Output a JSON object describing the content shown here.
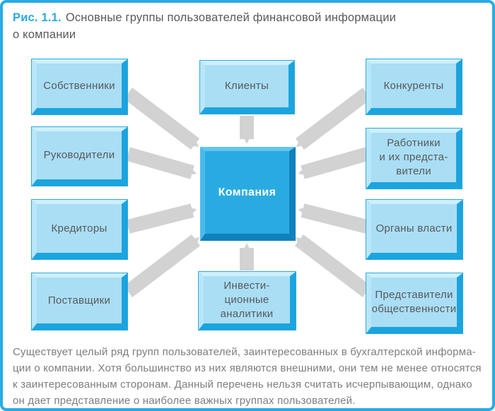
{
  "colors": {
    "accent": "#29abe2",
    "node_fill": "#a9def5",
    "node_bevel_dark": "#1ba4de",
    "node_bevel_light": "#cfeffb",
    "center_fill": "#29abe2",
    "center_bevel_dark": "#1181bb",
    "arrow_gray": "#d2d2d2",
    "text_dark": "#58595b",
    "text_footer": "#7b7d80"
  },
  "caption": {
    "number": "Рис. 1.1.",
    "title_line1": "Основные группы пользователей финансовой информации",
    "title_line2": "о компании"
  },
  "diagram": {
    "center": {
      "label": "Компания"
    },
    "nodes": [
      {
        "id": "owners",
        "lines": [
          "Собственники"
        ]
      },
      {
        "id": "clients",
        "lines": [
          "Клиенты"
        ]
      },
      {
        "id": "competitors",
        "lines": [
          "Конкуренты"
        ]
      },
      {
        "id": "managers",
        "lines": [
          "Руководители"
        ]
      },
      {
        "id": "employees",
        "lines": [
          "Работники",
          "и их предста-",
          "вители"
        ]
      },
      {
        "id": "creditors",
        "lines": [
          "Кредиторы"
        ]
      },
      {
        "id": "authorities",
        "lines": [
          "Органы власти"
        ]
      },
      {
        "id": "suppliers",
        "lines": [
          "Поставщики"
        ]
      },
      {
        "id": "analysts",
        "lines": [
          "Инвести-",
          "ционные",
          "аналитики"
        ]
      },
      {
        "id": "public",
        "lines": [
          "Представители",
          "общественности"
        ]
      }
    ]
  },
  "footer": {
    "lines": [
      "Существует целый ряд групп пользователей, заинтересованных в бухгалтерской информа-",
      "ции о компании. Хотя большинство из них являются внешними, они тем не менее относятся",
      "к заинтересованным сторонам. Данный перечень нельзя считать исчерпывающим, однако",
      "он дает представление о наиболее важных группах пользователей."
    ]
  }
}
